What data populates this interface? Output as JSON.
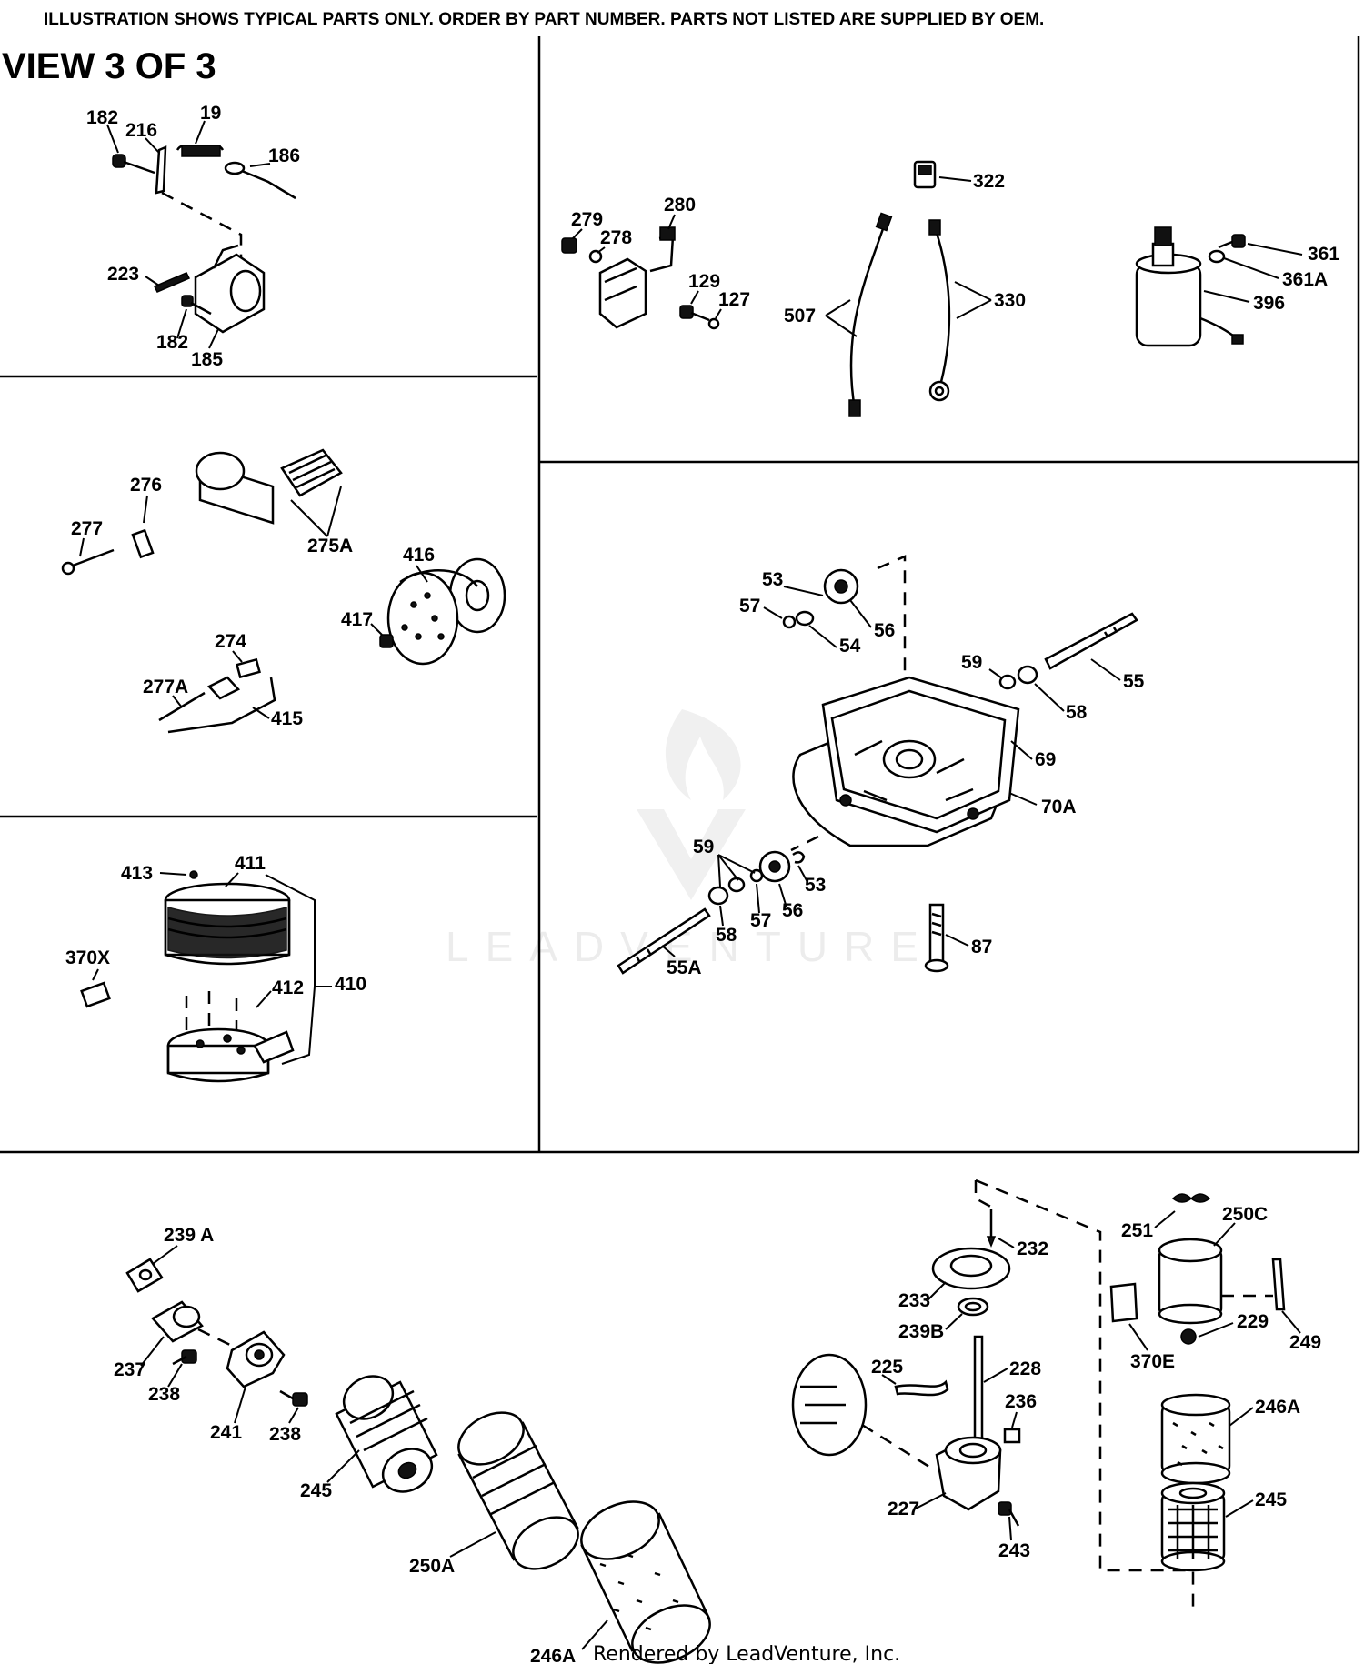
{
  "header": {
    "disclaimer": "ILLUSTRATION SHOWS TYPICAL PARTS ONLY. ORDER BY PART NUMBER. PARTS NOT LISTED ARE SUPPLIED BY OEM.",
    "view_title": "VIEW 3 OF 3"
  },
  "footer": {
    "credit": "Rendered by LeadVenture, Inc."
  },
  "watermark": {
    "text": "LEADVENTURE"
  },
  "panels": {
    "starter_top_left": {
      "labels": [
        "182",
        "216",
        "19",
        "186",
        "223",
        "182",
        "185"
      ]
    },
    "wiring_top_right": {
      "labels": [
        "322",
        "279",
        "280",
        "278",
        "129",
        "127",
        "507",
        "330",
        "361",
        "361A",
        "396"
      ]
    },
    "air_cleaner_mid_left": {
      "labels": [
        "276",
        "277",
        "275A",
        "416",
        "417",
        "274",
        "277A",
        "415"
      ]
    },
    "crankcase_mid_right": {
      "labels": [
        "53",
        "57",
        "56",
        "54",
        "59",
        "55",
        "58",
        "69",
        "70A",
        "59",
        "53",
        "56",
        "57",
        "58",
        "55A",
        "87"
      ]
    },
    "piston_lower_left": {
      "labels": [
        "413",
        "411",
        "370X",
        "412",
        "410"
      ]
    },
    "oil_filter_bottom": {
      "labels": [
        "239 A",
        "237",
        "238",
        "241",
        "238",
        "245",
        "250A",
        "246A",
        "232",
        "233",
        "239B",
        "225",
        "228",
        "236",
        "227",
        "243",
        "251",
        "250C",
        "229",
        "249",
        "370E",
        "246A",
        "245"
      ]
    }
  }
}
